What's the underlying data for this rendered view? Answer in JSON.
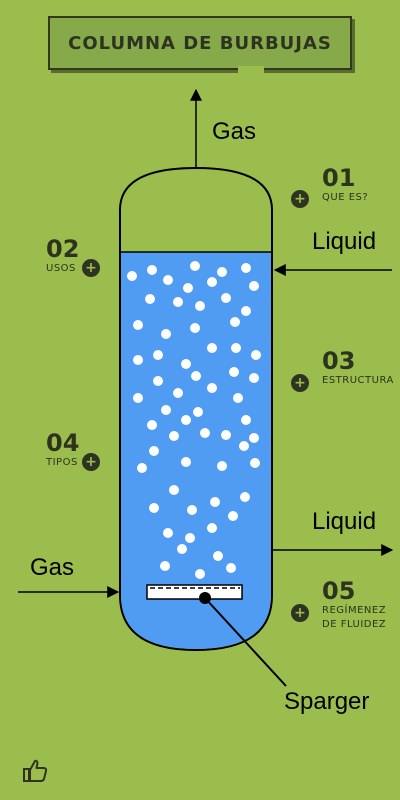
{
  "header": {
    "title": "COLUMNA DE BURBUJAS"
  },
  "diagram": {
    "gas_top_label": "Gas",
    "liquid_in_label": "Liquid",
    "liquid_out_label": "Liquid",
    "gas_in_label": "Gas",
    "sparger_label": "Sparger"
  },
  "menu": [
    {
      "number": "01",
      "label": "QUE ES?"
    },
    {
      "number": "02",
      "label": "USOS"
    },
    {
      "number": "03",
      "label": "ESTRUCTURA"
    },
    {
      "number": "04",
      "label": "TIPOS"
    },
    {
      "number": "05",
      "label": "REGÍMENEZ DE FLUIDEZ"
    }
  ],
  "icons": {
    "plus": "plus-icon",
    "like": "thumbs-up-icon"
  },
  "colors": {
    "background": "#9bbd4d",
    "liquid": "#4f9cf2",
    "dark": "#2f3422"
  },
  "plus_glyph": "+"
}
